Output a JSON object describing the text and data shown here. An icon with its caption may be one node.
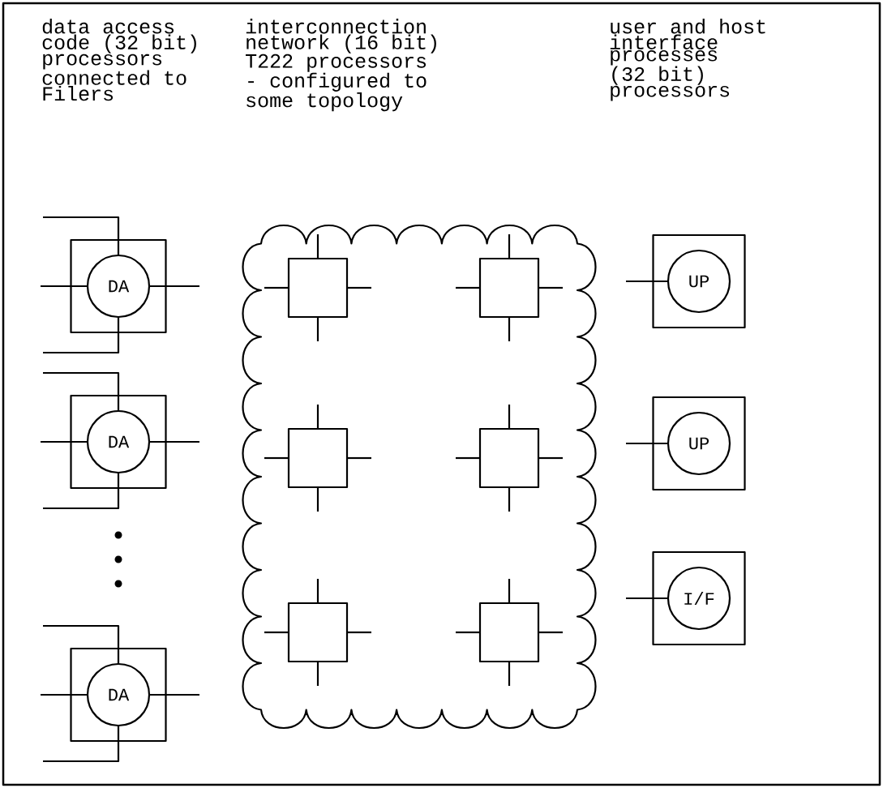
{
  "diagram": {
    "nodes": [
      {
        "text": [],
        "shape": "box"
      },
      {
        "text": [
          "DA"
        ],
        "in": 0
      },
      {
        "text": [],
        "shape": "box"
      },
      {
        "text": [
          "DA"
        ],
        "in": 2
      },
      {
        "text": [],
        "shape": "box"
      },
      {
        "text": [
          "DA"
        ],
        "in": 4
      },
      {
        "text": [],
        "shape": "cloud"
      },
      {
        "text": [],
        "shape": "box",
        "in": 6
      },
      {
        "text": [],
        "shape": "box",
        "in": 6
      },
      {
        "text": [],
        "shape": "box",
        "in": 6
      },
      {
        "text": [],
        "shape": "box",
        "in": 6
      },
      {
        "text": [],
        "shape": "box",
        "in": 6
      },
      {
        "text": [],
        "shape": "box",
        "in": 6
      },
      {
        "text": [],
        "shape": "box"
      },
      {
        "text": [
          "UP"
        ],
        "in": 13
      },
      {
        "text": [],
        "shape": "box"
      },
      {
        "text": [
          "UP"
        ],
        "in": 15
      },
      {
        "text": [],
        "shape": "box"
      },
      {
        "text": [
          "I/F"
        ],
        "in": 17
      }
    ],
    "labels": [
      "data access code (32 bit) processors connected to Filers",
      "interconnection network (16 bit) T222 processors - configured to some topology",
      "user and host interface processes (32 bit) processors"
    ]
  }
}
